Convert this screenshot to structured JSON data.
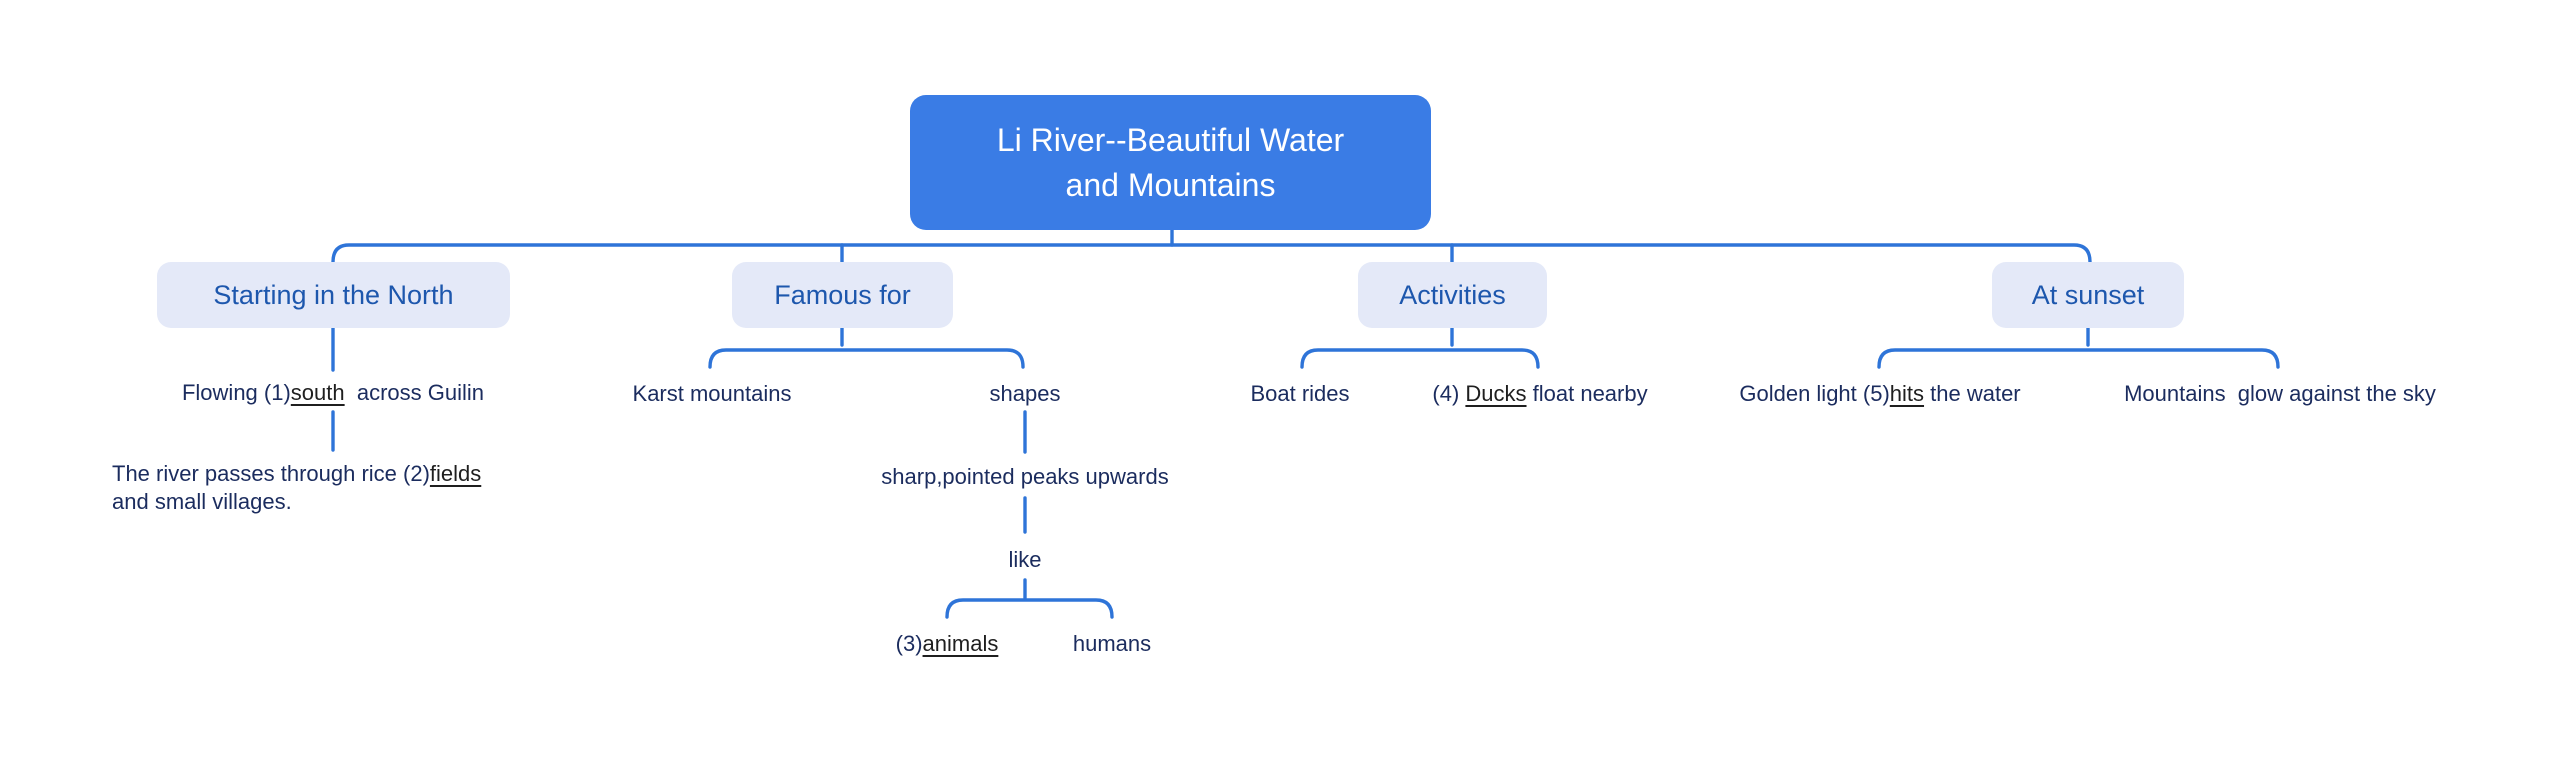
{
  "colors": {
    "root_fill": "#3a7ce5",
    "root_text": "#ffffff",
    "branch_fill": "#e4e9f8",
    "branch_text": "#1d57ad",
    "connector": "#2e74d8",
    "node_text": "#1b2c5e",
    "answer_text": "#1f1f1f",
    "background": "#ffffff"
  },
  "root": {
    "line1": "Li River--Beautiful Water",
    "line2": "and Mountains"
  },
  "branches": {
    "north": {
      "label": "Starting in the North",
      "child1_parts": [
        {
          "t": "Flowing (1)"
        },
        {
          "t": "south",
          "u": true
        },
        {
          "t": "  across Guilin"
        }
      ],
      "child2_parts": [
        {
          "t": "The river passes through rice (2)"
        },
        {
          "t": "fields",
          "u": true
        },
        {
          "br": true
        },
        {
          "t": "and small villages."
        }
      ]
    },
    "famous": {
      "label": "Famous for",
      "child1": "Karst mountains",
      "child2": "shapes",
      "grandchild1": "sharp,pointed peaks upwards",
      "grandchild2": "like",
      "leaf1_parts": [
        {
          "t": "(3)"
        },
        {
          "t": "animals",
          "u": true
        }
      ],
      "leaf2": "humans"
    },
    "activities": {
      "label": "Activities",
      "child1": "Boat rides",
      "child2_parts": [
        {
          "t": "(4) "
        },
        {
          "t": "Ducks",
          "u": true
        },
        {
          "t": " float nearby"
        }
      ]
    },
    "sunset": {
      "label": "At sunset",
      "child1_parts": [
        {
          "t": "Golden light (5)"
        },
        {
          "t": "hits",
          "u": true
        },
        {
          "t": " the water"
        }
      ],
      "child2": "Mountains  glow against the sky"
    }
  }
}
